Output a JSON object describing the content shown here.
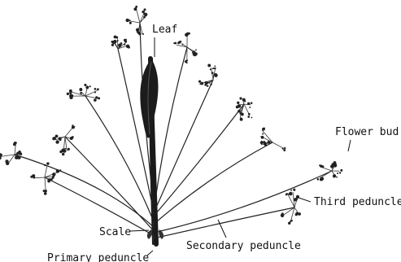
{
  "labels": {
    "leaf": "Leaf",
    "flower_bud": "Flower bud",
    "third_peduncle": "Third peduncle",
    "scale": "Scale",
    "secondary_peduncle": "Secondary peduncle",
    "primary_peduncle": "Primary peduncle"
  },
  "colors": {
    "ink": "#1a1a1a",
    "leaf_fill": "#1c1c1c",
    "background": "#ffffff"
  }
}
